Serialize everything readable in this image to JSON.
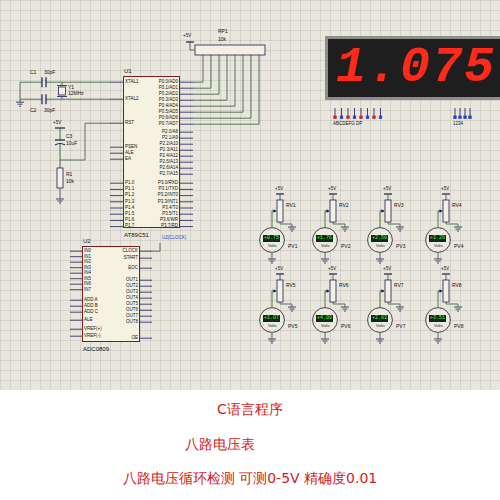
{
  "diagram": {
    "title": "C语言程序",
    "caption": "八路电压循环检测 可测0-5V 精确度0.01",
    "nodes": [
      {
        "text": [
          "U1",
          "AT89C51"
        ]
      },
      {
        "text": [
          "U2",
          "ADC0809"
        ]
      },
      {
        "text": [
          "1.075"
        ]
      },
      {
        "text": [
          "+0.75",
          "Volts"
        ]
      },
      {
        "text": [
          "+1.76",
          "Volts"
        ]
      },
      {
        "text": [
          "+2.50",
          "Volts"
        ]
      },
      {
        "text": [
          "+3.26",
          "Volts"
        ]
      },
      {
        "text": [
          "+1.07",
          "Volts"
        ]
      },
      {
        "text": [
          "+4.00",
          "Volts"
        ]
      },
      {
        "text": [
          "+2.83",
          "Volts"
        ]
      },
      {
        "text": [
          "+3.51",
          "Volts"
        ]
      }
    ],
    "labels": [
      "C1",
      "30pF",
      "C2",
      "30pF",
      "Y1",
      "12MHz",
      "RP1",
      "10k",
      "C3",
      "10uF",
      "R1",
      "10k",
      "XTAL1",
      "XTAL2",
      "RST",
      "PSEN",
      "ALE",
      "EA",
      "P1.0",
      "P1.1",
      "P1.2",
      "P1.3",
      "P1.4",
      "P1.5",
      "P1.6",
      "P1.7",
      "P0.0/AD0",
      "P0.1/AD1",
      "P0.2/AD2",
      "P0.3/AD3",
      "P0.4/AD4",
      "P0.5/AD5",
      "P0.6/AD6",
      "P0.7/AD7",
      "P2.0/A8",
      "P2.1/A9",
      "P2.2/A10",
      "P2.3/A11",
      "P2.4/A12",
      "P2.5/A13",
      "P2.6/A14",
      "P2.7/A15",
      "P3.0/RXD",
      "P3.1/TXD",
      "P3.2/INT0",
      "P3.3/INT1",
      "P3.4/T0",
      "P3.5/T1",
      "P3.6/WR",
      "P3.7/RD",
      "IN0",
      "IN1",
      "IN2",
      "IN3",
      "IN4",
      "IN5",
      "IN6",
      "IN7",
      "ADD A",
      "ADD B",
      "ADD C",
      "ALE",
      "VREF(+)",
      "VREF(-)",
      "CLOCK",
      "START",
      "EOC",
      "OUT1",
      "OUT2",
      "OUT3",
      "OUT4",
      "OUT5",
      "OUT6",
      "OUT7",
      "OUT8",
      "OE",
      "ABCDEFG DP",
      "1234",
      "+5V",
      "+5V",
      "+5V",
      "+5V",
      "+5V",
      "+5V",
      "+5V",
      "+5V",
      "+5V",
      "+5V",
      "RV1",
      "RV2",
      "RV3",
      "RV4",
      "RV5",
      "RV6",
      "RV7",
      "RV8",
      "PV1",
      "PV2",
      "PV3",
      "PV4",
      "PV5",
      "PV6",
      "PV7",
      "PV8",
      "U2(CLOCK)",
      "八路电压表"
    ]
  }
}
